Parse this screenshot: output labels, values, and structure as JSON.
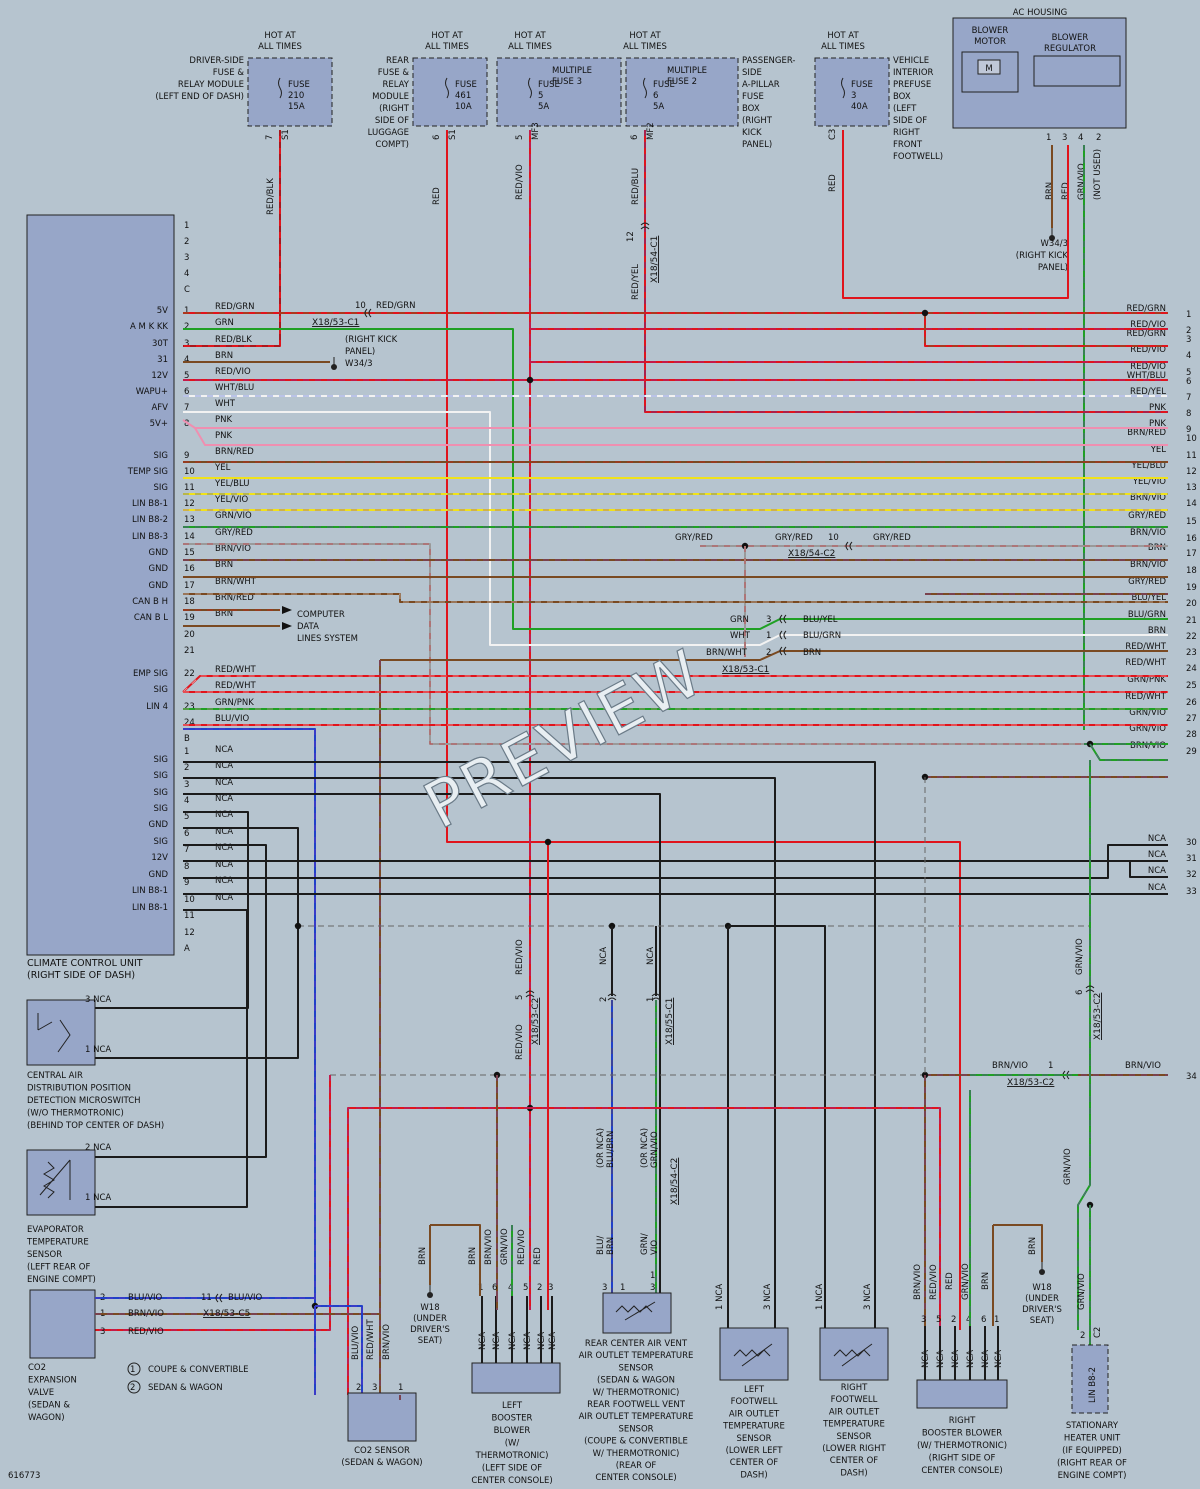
{
  "diagram_id": "616773",
  "watermark": "PREVIEW",
  "colors": {
    "RED": "#e0141c",
    "GRN": "#1fa024",
    "BRN": "#7a4a22",
    "YEL": "#f0e21a",
    "BLU": "#2040c8",
    "VIO": "#7b2fc8",
    "WHT": "#f2f2f2",
    "PNK": "#ef8fb0",
    "GRY": "#9a9a9a",
    "BLK": "#1b1b1b",
    "NCA": "#1b1b1b",
    "component": "#97a6c8"
  },
  "fuses": [
    {
      "hot": "HOT AT\nALL TIMES",
      "name": "FUSE\n210\n15A",
      "pins": [
        "7",
        "S1"
      ],
      "location": "DRIVER-SIDE\nFUSE &\nRELAY MODULE\n(LEFT END OF DASH)"
    },
    {
      "hot": "HOT AT\nALL TIMES",
      "name": "FUSE\n461\n10A",
      "pins": [
        "6",
        "S1"
      ],
      "location": "REAR\nFUSE &\nRELAY\nMODULE\n(RIGHT\nSIDE OF\nLUGGAGE\nCOMPT)"
    },
    {
      "hot": "HOT AT\nALL TIMES",
      "name": "FUSE\n5\n5A",
      "pins": [
        "5",
        "MF3"
      ],
      "label": "MULTIPLE\nFUSE 3"
    },
    {
      "hot": "HOT AT\nALL TIMES",
      "name": "FUSE\n6\n5A",
      "pins": [
        "6",
        "MF2"
      ],
      "label": "MULTIPLE\nFUSE 2",
      "location": "PASSENGER-\nSIDE\nA-PILLAR\nFUSE\nBOX\n(RIGHT\nKICK\nPANEL)"
    },
    {
      "hot": "HOT AT\nALL TIMES",
      "name": "FUSE\n3\n40A",
      "pins": [
        "C3"
      ],
      "location": "VEHICLE\nINTERIOR\nPREFUSE\nBOX\n(LEFT\nSIDE OF\nRIGHT\nFRONT\nFOOTWELL)"
    }
  ],
  "ac_housing": {
    "title": "AC HOUSING",
    "motor": "BLOWER\nMOTOR",
    "motor_symbol": "M",
    "regulator": "BLOWER\nREGULATOR",
    "pins": [
      "1",
      "3",
      "4",
      "2"
    ],
    "wires": [
      "BRN",
      "RED",
      "GRN/VIO",
      "(NOT USED)"
    ],
    "ground": "W34/3\n(RIGHT KICK\nPANEL)"
  },
  "vertical_labels": [
    "RED/BLK",
    "RED",
    "RED/VIO",
    "RED/BLU",
    "RED/YEL",
    "RED",
    "12",
    "X18/54-C1"
  ],
  "ccu": {
    "name": "CLIMATE CONTROL UNIT\n(RIGHT SIDE OF DASH)",
    "top_pins": [
      "1",
      "2",
      "3",
      "4",
      "C"
    ],
    "conn_a": [
      {
        "pin": "1",
        "sig": "5V",
        "wire": "RED/GRN"
      },
      {
        "pin": "2",
        "sig": "A M K KK",
        "wire": "GRN"
      },
      {
        "pin": "3",
        "sig": "30T",
        "wire": "RED/BLK"
      },
      {
        "pin": "4",
        "sig": "31",
        "wire": "BRN"
      },
      {
        "pin": "5",
        "sig": "12V",
        "wire": "RED/VIO"
      },
      {
        "pin": "6",
        "sig": "WAPU+",
        "wire": "WHT/BLU"
      },
      {
        "pin": "7",
        "sig": "AFV",
        "wire": "WHT"
      },
      {
        "pin": "8",
        "sig": "5V+",
        "wire": "PNK"
      },
      {
        "pin": "",
        "sig": "",
        "wire": "PNK"
      },
      {
        "pin": "9",
        "sig": "SIG",
        "wire": "BRN/RED"
      },
      {
        "pin": "10",
        "sig": "TEMP SIG",
        "wire": "YEL"
      },
      {
        "pin": "11",
        "sig": "SIG",
        "wire": "YEL/BLU"
      },
      {
        "pin": "12",
        "sig": "LIN B8-1",
        "wire": "YEL/VIO"
      },
      {
        "pin": "13",
        "sig": "LIN B8-2",
        "wire": "GRN/VIO"
      },
      {
        "pin": "14",
        "sig": "LIN B8-3",
        "wire": "GRY/RED"
      },
      {
        "pin": "15",
        "sig": "GND",
        "wire": "BRN/VIO"
      },
      {
        "pin": "16",
        "sig": "GND",
        "wire": "BRN"
      },
      {
        "pin": "17",
        "sig": "GND",
        "wire": "BRN/WHT"
      },
      {
        "pin": "18",
        "sig": "CAN B H",
        "wire": "BRN/RED"
      },
      {
        "pin": "19",
        "sig": "CAN B L",
        "wire": "BRN"
      },
      {
        "pin": "20",
        "sig": "",
        "wire": ""
      },
      {
        "pin": "21",
        "sig": "",
        "wire": ""
      },
      {
        "pin": "22",
        "sig": "EMP SIG",
        "wire": "RED/WHT"
      },
      {
        "pin": "",
        "sig": "SIG",
        "wire": "RED/WHT"
      },
      {
        "pin": "23",
        "sig": "LIN 4",
        "wire": "GRN/PNK"
      },
      {
        "pin": "24",
        "sig": "",
        "wire": "BLU/VIO"
      },
      {
        "pin": "B",
        "sig": "",
        "wire": ""
      }
    ],
    "conn_b": [
      {
        "pin": "1",
        "sig": "SIG",
        "wire": "NCA"
      },
      {
        "pin": "2",
        "sig": "SIG",
        "wire": "NCA"
      },
      {
        "pin": "3",
        "sig": "SIG",
        "wire": "NCA"
      },
      {
        "pin": "4",
        "sig": "SIG",
        "wire": "NCA"
      },
      {
        "pin": "5",
        "sig": "GND",
        "wire": "NCA"
      },
      {
        "pin": "6",
        "sig": "SIG",
        "wire": "NCA"
      },
      {
        "pin": "7",
        "sig": "12V",
        "wire": "NCA"
      },
      {
        "pin": "8",
        "sig": "GND",
        "wire": "NCA"
      },
      {
        "pin": "9",
        "sig": "LIN B8-1",
        "wire": "NCA"
      },
      {
        "pin": "10",
        "sig": "LIN B8-1",
        "wire": "NCA"
      },
      {
        "pin": "11",
        "sig": "",
        "wire": ""
      },
      {
        "pin": "12",
        "sig": "",
        "wire": ""
      },
      {
        "pin": "A",
        "sig": "",
        "wire": ""
      }
    ]
  },
  "ground_ccu": "(RIGHT KICK\nPANEL)\nW34/3",
  "can_label": "COMPUTER\nDATA\nLINES SYSTEM",
  "connectors": [
    "X18/53-C1",
    "X18/54-C2",
    "X18/53-C1",
    "X18/53-C2",
    "X18/55-C1",
    "X18/53-C5",
    "X18/54-C2",
    "X18/53-C2"
  ],
  "right_wires": [
    {
      "n": "1",
      "c": "RED/GRN"
    },
    {
      "n": "2",
      "c": "RED/VIO"
    },
    {
      "n": "3",
      "c": "RED/GRN"
    },
    {
      "n": "4",
      "c": "RED/VIO"
    },
    {
      "n": "5",
      "c": "RED/VIO"
    },
    {
      "n": "6",
      "c": "WHT/BLU"
    },
    {
      "n": "7",
      "c": "RED/YEL"
    },
    {
      "n": "8",
      "c": "PNK"
    },
    {
      "n": "9",
      "c": "PNK"
    },
    {
      "n": "10",
      "c": "BRN/RED"
    },
    {
      "n": "11",
      "c": "YEL"
    },
    {
      "n": "12",
      "c": "YEL/BLU"
    },
    {
      "n": "13",
      "c": "YEL/VIO"
    },
    {
      "n": "14",
      "c": "BRN/VIO"
    },
    {
      "n": "15",
      "c": "GRY/RED"
    },
    {
      "n": "16",
      "c": "BRN/VIO"
    },
    {
      "n": "17",
      "c": "BRN"
    },
    {
      "n": "18",
      "c": "BRN/VIO"
    },
    {
      "n": "19",
      "c": "GRY/RED"
    },
    {
      "n": "20",
      "c": "BLU/YEL"
    },
    {
      "n": "21",
      "c": "BLU/GRN"
    },
    {
      "n": "22",
      "c": "BRN"
    },
    {
      "n": "23",
      "c": "RED/WHT"
    },
    {
      "n": "24",
      "c": "RED/WHT"
    },
    {
      "n": "25",
      "c": "GRN/PNK"
    },
    {
      "n": "26",
      "c": "RED/WHT"
    },
    {
      "n": "27",
      "c": "GRN/VIO"
    },
    {
      "n": "28",
      "c": "GRN/VIO"
    },
    {
      "n": "29",
      "c": "BRN/VIO"
    }
  ],
  "right_nca": [
    {
      "n": "30",
      "c": "NCA"
    },
    {
      "n": "31",
      "c": "NCA"
    },
    {
      "n": "32",
      "c": "NCA"
    },
    {
      "n": "33",
      "c": "NCA"
    }
  ],
  "wire34": {
    "n": "34",
    "c": "BRN/VIO"
  },
  "mid_labels": {
    "gry_red": "GRY/RED",
    "grn": "GRN",
    "wht": "WHT",
    "brn_wht": "BRN/WHT",
    "blu_yel": "BLU/YEL",
    "blu_grn": "BLU/GRN",
    "brn": "BRN",
    "redgrn_10": "10",
    "pin3": "3",
    "pin1": "1",
    "pin2": "2",
    "pin10": "10",
    "pin34_1": "1"
  },
  "components": [
    {
      "id": "central-air",
      "name": "CENTRAL AIR\nDISTRIBUTION POSITION\nDETECTION MICROSWITCH\n(W/O THERMOTRONIC)\n(BEHIND TOP CENTER OF DASH)",
      "pins": [
        "3 NCA",
        "1 NCA"
      ]
    },
    {
      "id": "evap",
      "name": "EVAPORATOR\nTEMPERATURE\nSENSOR\n(LEFT REAR OF\nENGINE COMPT)",
      "pins": [
        "2 NCA",
        "1 NCA"
      ]
    },
    {
      "id": "co2-valve",
      "name": "CO2\nEXPANSION\nVALVE\n(SEDAN &\nWAGON)",
      "pins": [
        "2",
        "1",
        "3"
      ],
      "wires": [
        "BLU/VIO",
        "BRN/VIO",
        "RED/VIO"
      ]
    },
    {
      "id": "co2-sensor",
      "name": "CO2 SENSOR\n(SEDAN & WAGON)",
      "pins": [
        "2",
        "3",
        "1"
      ],
      "wires": [
        "BLU/VIO",
        "RED/WHT",
        "BRN/VIO"
      ]
    },
    {
      "id": "left-booster",
      "name": "LEFT\nBOOSTER\nBLOWER\n(W/\nTHERMOTRONIC)\n(LEFT SIDE OF\nCENTER CONSOLE)",
      "pins": [
        "1",
        "6",
        "4",
        "5",
        "2",
        "3"
      ]
    },
    {
      "id": "rear-center",
      "name": "REAR CENTER AIR VENT\nAIR OUTLET TEMPERATURE\nSENSOR\n(SEDAN & WAGON\nW/ THERMOTRONIC)\nREAR FOOTWELL VENT\nAIR OUTLET TEMPERATURE\nSENSOR\n(COUPE & CONVERTIBLE\nW/ THERMOTRONIC)\n(REAR OF\nCENTER CONSOLE)"
    },
    {
      "id": "left-footwell",
      "name": "LEFT\nFOOTWELL\nAIR OUTLET\nTEMPERATURE\nSENSOR\n(LOWER LEFT\nCENTER OF\nDASH)",
      "pins": [
        "1 NCA",
        "3 NCA"
      ]
    },
    {
      "id": "right-footwell",
      "name": "RIGHT\nFOOTWELL\nAIR OUTLET\nTEMPERATURE\nSENSOR\n(LOWER RIGHT\nCENTER OF\nDASH)",
      "pins": [
        "1 NCA",
        "3 NCA"
      ]
    },
    {
      "id": "right-booster",
      "name": "RIGHT\nBOOSTER BLOWER\n(W/ THERMOTRONIC)\n(RIGHT SIDE OF\nCENTER CONSOLE)",
      "pins": [
        "3",
        "5",
        "2",
        "4",
        "6",
        "1"
      ]
    },
    {
      "id": "heater",
      "name": "STATIONARY\nHEATER UNIT\n(IF EQUIPPED)\n(RIGHT REAR OF\nENGINE COMPT)",
      "pins": [
        "2",
        "C2"
      ],
      "inner": "LIN B8-2"
    }
  ],
  "grounds": [
    "W18\n(UNDER\nDRIVER'S\nSEAT)",
    "W18\n(UNDER\nDRIVER'S\nSEAT)"
  ],
  "legend": [
    {
      "mark": "1",
      "text": "COUPE & CONVERTIBLE"
    },
    {
      "mark": "2",
      "text": "SEDAN & WAGON"
    }
  ],
  "vert_misc": [
    "RED/VIO",
    "5",
    "RED/VIO",
    "NCA",
    "2",
    "NCA",
    "1",
    "(OR NCA)\nBLU/BRN",
    "(OR NCA)\nGRN/VIO",
    "GRN/VIO",
    "6",
    "BLU/\nBRN",
    "GRN/\nVIO"
  ]
}
